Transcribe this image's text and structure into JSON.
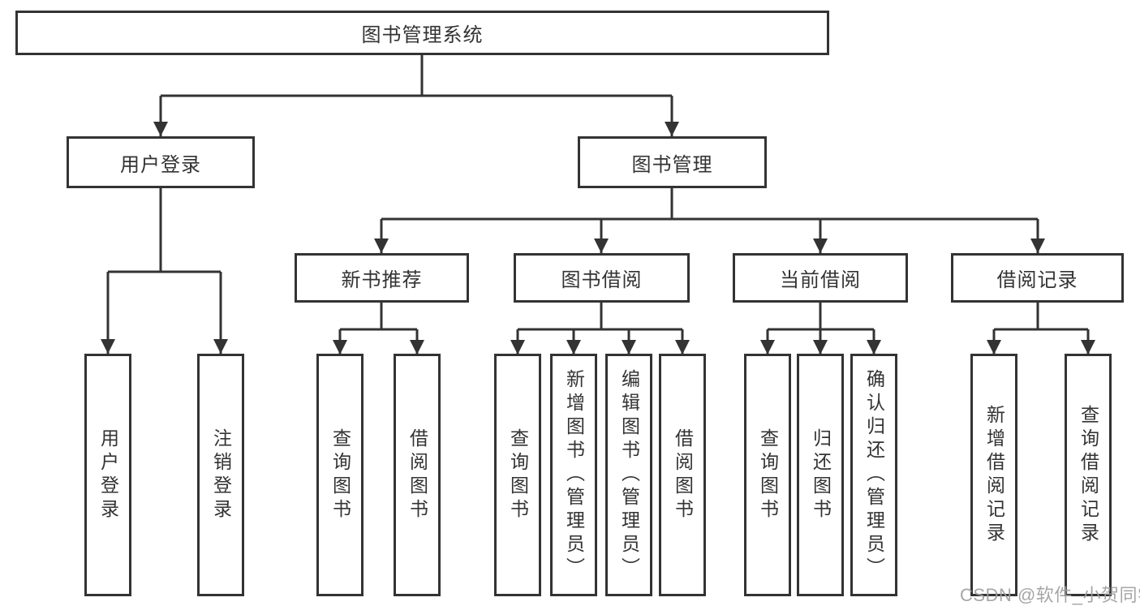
{
  "tree": {
    "root": "图书管理系统",
    "user_login": {
      "label": "用户登录",
      "children": [
        "用户登录",
        "注销登录"
      ]
    },
    "book_mgmt": {
      "label": "图书管理",
      "sections": {
        "new_books": {
          "label": "新书推荐",
          "children": [
            "查询图书",
            "借阅图书"
          ]
        },
        "borrow": {
          "label": "图书借阅",
          "children": [
            "查询图书",
            "新增图书（管理员）",
            "编辑图书（管理员）",
            "借阅图书"
          ]
        },
        "current": {
          "label": "当前借阅",
          "children": [
            "查询图书",
            "归还图书",
            "确认归还（管理员）"
          ]
        },
        "records": {
          "label": "借阅记录",
          "children": [
            "新增借阅记录",
            "查询借阅记录"
          ]
        }
      }
    }
  },
  "watermark": "CSDN @软件_小贺同学",
  "colors": {
    "line": "#333333",
    "box_border": "#333333",
    "text": "#333333",
    "background": "#ffffff",
    "watermark": "#9e9e9e"
  }
}
